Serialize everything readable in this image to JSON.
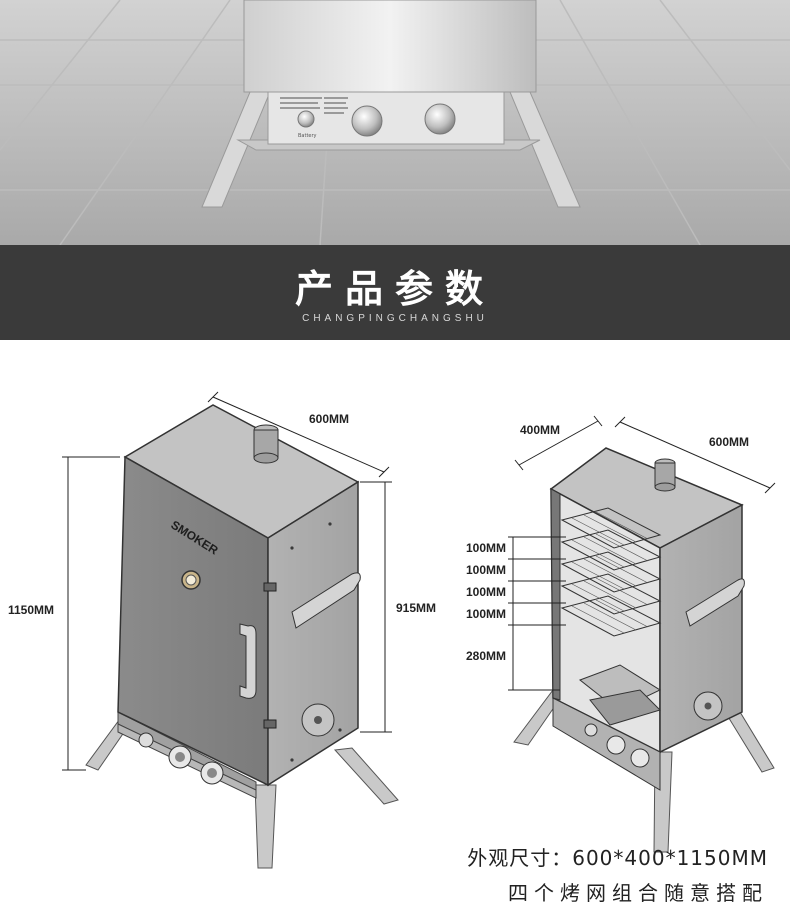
{
  "hero": {
    "knob_labels": [
      "Battery"
    ]
  },
  "band": {
    "title": "产品参数",
    "subtitle": "CHANGPINGCHANGSHU"
  },
  "left_smoker": {
    "brand": "SMOKER",
    "dims": {
      "width": "600MM",
      "height": "1150MM",
      "body_height": "915MM"
    }
  },
  "right_smoker": {
    "dims": {
      "depth": "400MM",
      "width": "600MM",
      "rack_gaps": [
        "100MM",
        "100MM",
        "100MM",
        "100MM"
      ],
      "bottom_gap": "280MM"
    }
  },
  "captions": {
    "size": "外观尺寸：600*400*1150MM",
    "racks": "四个烤网组合随意搭配"
  }
}
